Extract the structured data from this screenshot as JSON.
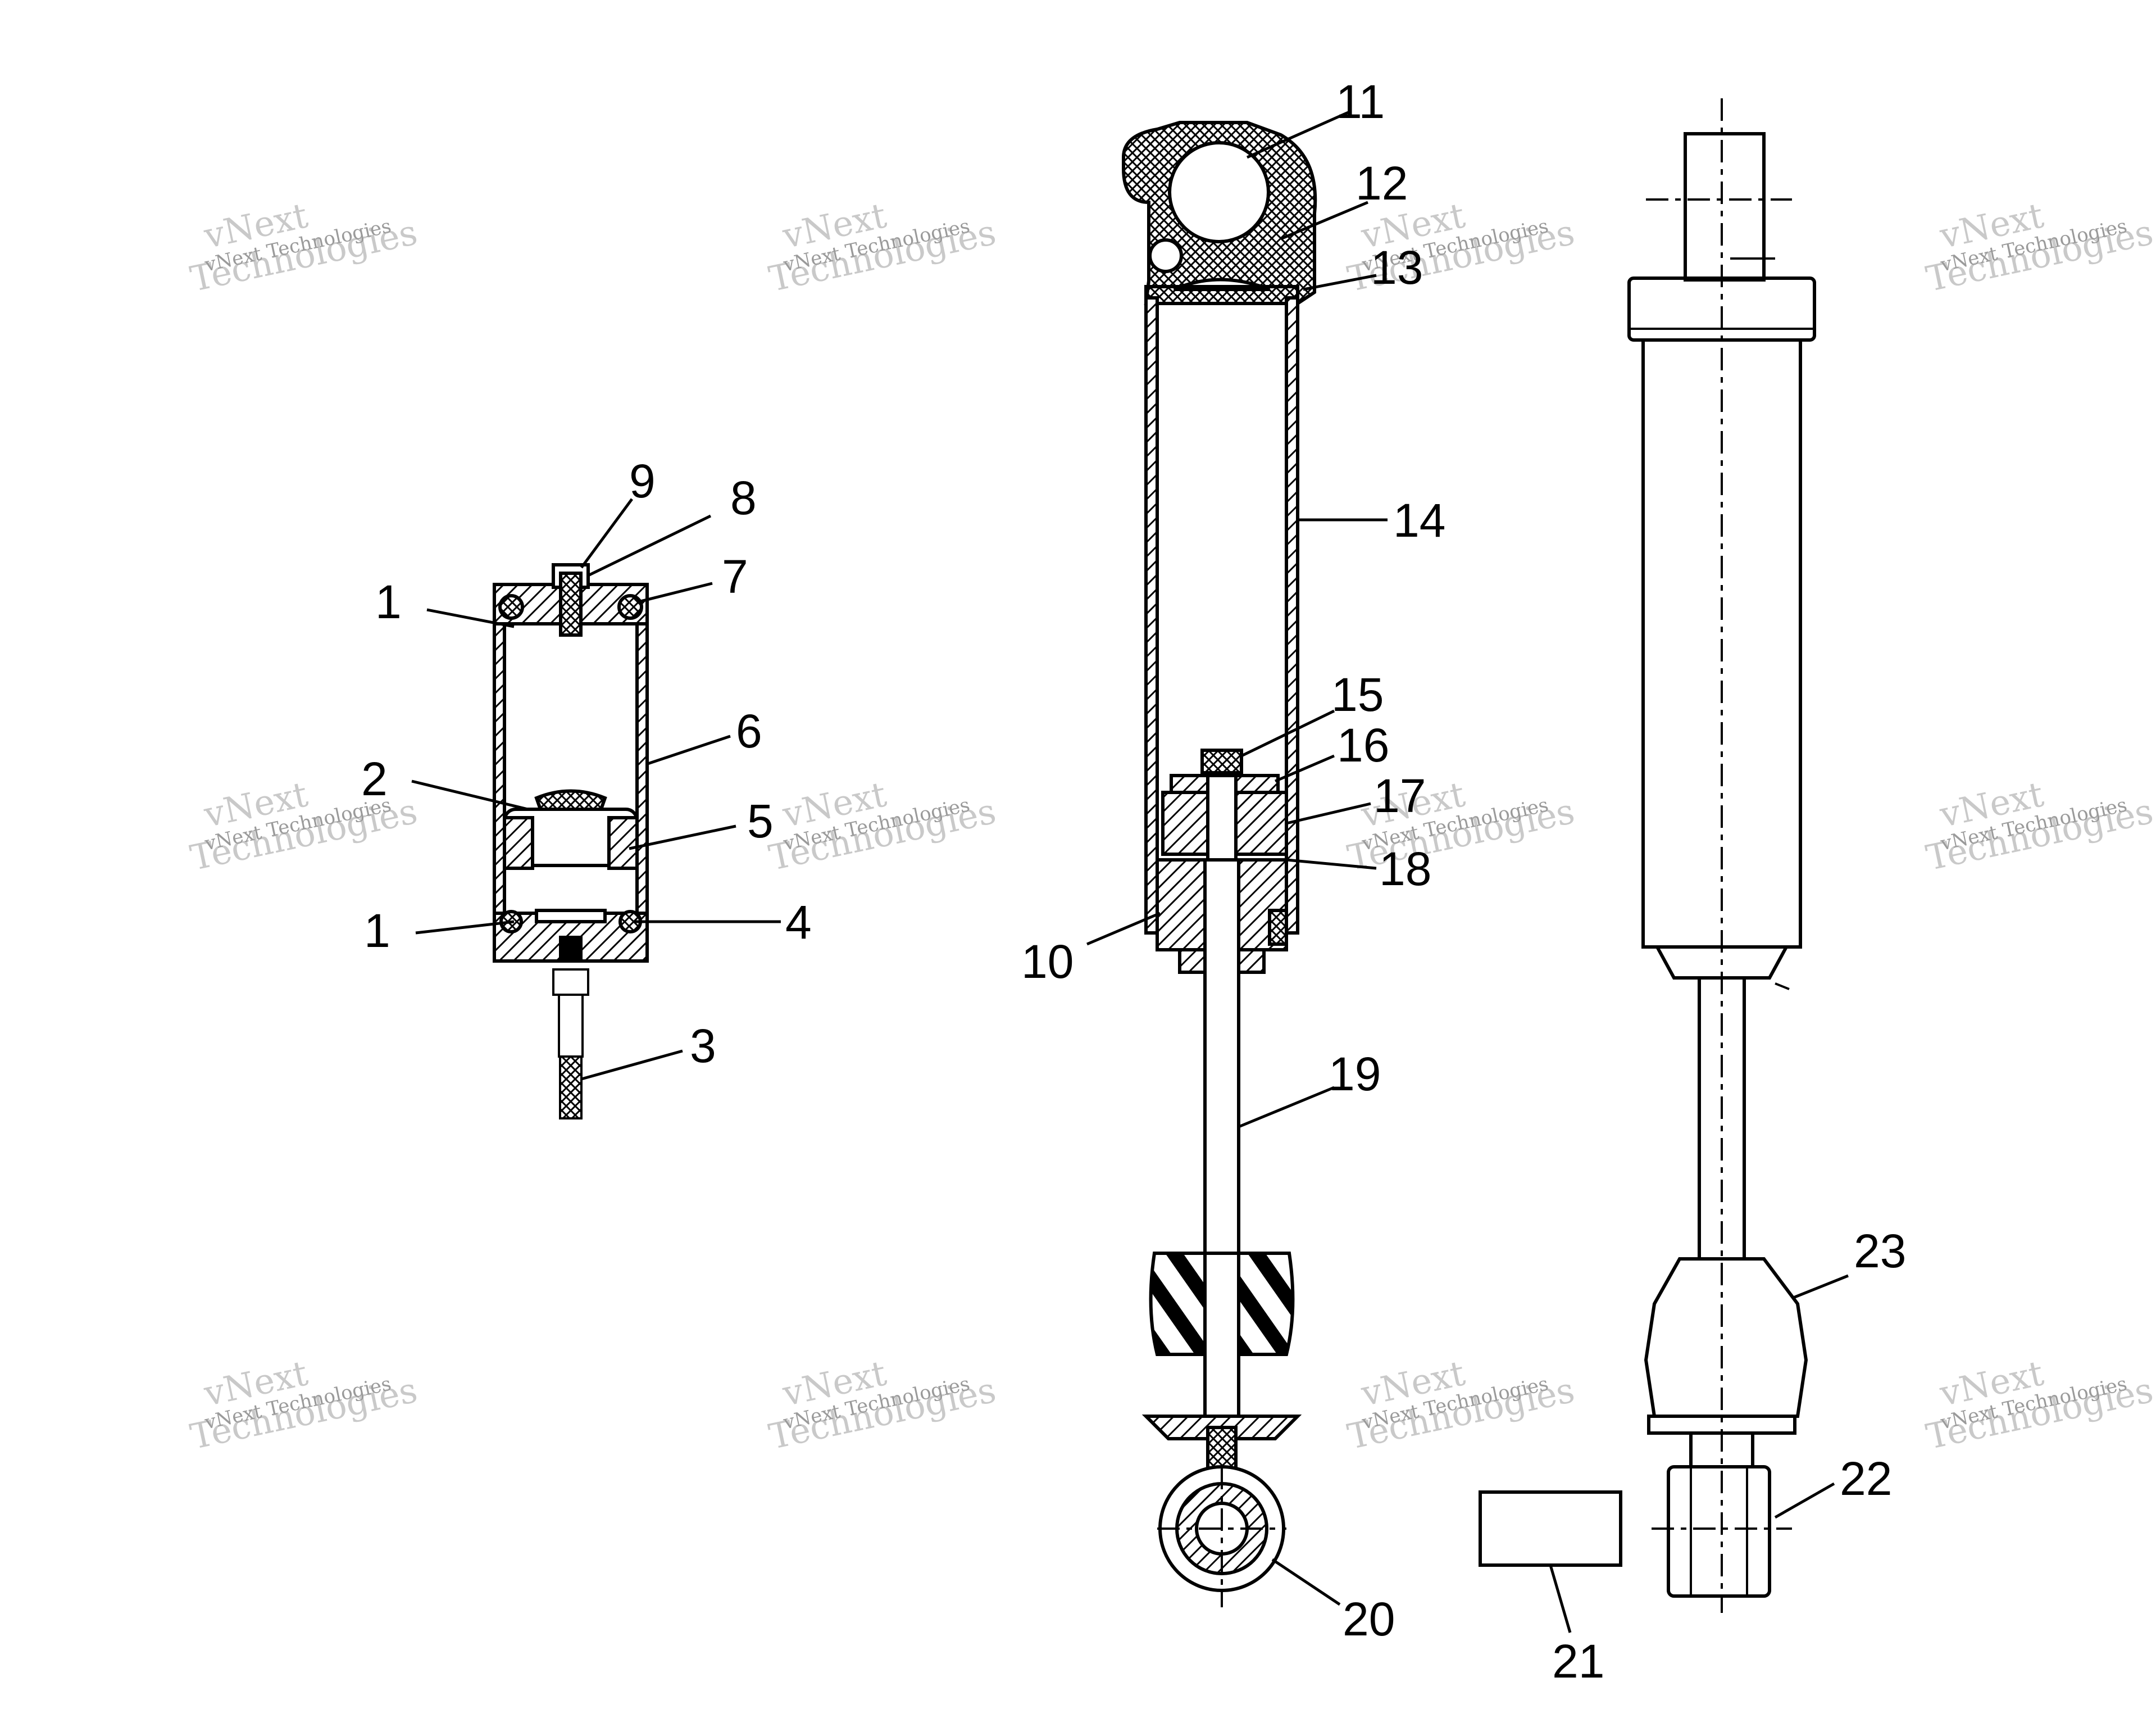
{
  "diagram": {
    "callouts": [
      "1",
      "2",
      "3",
      "4",
      "5",
      "6",
      "7",
      "8",
      "9",
      "10",
      "11",
      "12",
      "13",
      "14",
      "15",
      "16",
      "17",
      "18",
      "19",
      "20",
      "21",
      "22",
      "23"
    ],
    "callout_1_lower": "1"
  },
  "watermark": {
    "line1": "vNext",
    "line2": "Technologies",
    "line3": "vNext Technologies"
  },
  "colors": {
    "ink": "#000000",
    "watermark": "#c9c9c9",
    "paper": "#ffffff"
  }
}
